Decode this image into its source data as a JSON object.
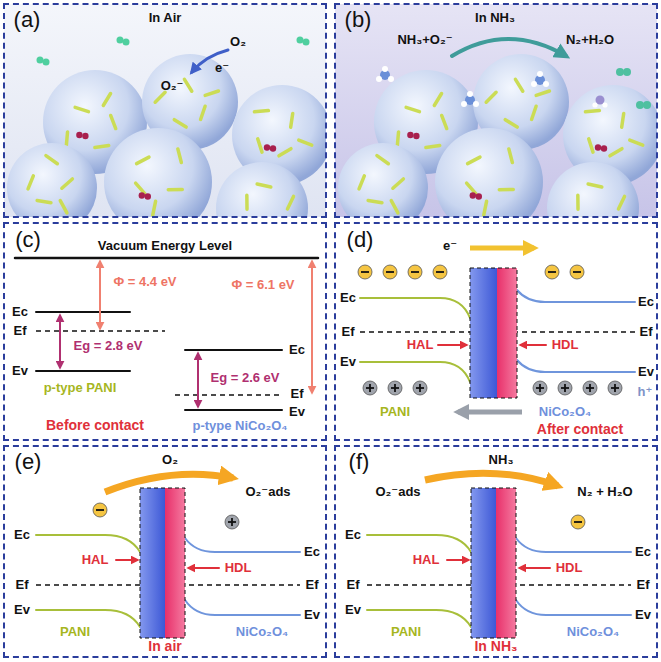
{
  "diagram": {
    "nodes": [
      {
        "text": [
          "(a)",
          "In Air"
        ]
      },
      {
        "text": [
          "(b)",
          "In NH₃"
        ]
      },
      {
        "text": [
          "(c)",
          "Before contact"
        ]
      },
      {
        "text": [
          "(d)",
          "After contact"
        ]
      },
      {
        "text": [
          "(e)",
          "In air"
        ]
      },
      {
        "text": [
          "(f)",
          "In NH₃"
        ]
      }
    ],
    "labels": [
      "O₂",
      "e⁻",
      "O₂⁻",
      "NH₃+O₂⁻",
      "N₂+H₂O",
      "Vacuum Energy Level",
      "Φ = 4.4 eV",
      "Ec",
      "Ef",
      "Eg = 2.8 eV",
      "Ev",
      "p-type PANI",
      "Φ = 6.1 eV",
      "Ec",
      "Eg = 2.6 eV",
      "Ef",
      "Ev",
      "p-type NiCo₂O₄",
      "e⁻",
      "Ec",
      "Ef",
      "HAL",
      "Ev",
      "HDL",
      "Ec",
      "Ef",
      "Ev",
      "h⁺",
      "PANI",
      "NiCo₂O₄",
      "O₂",
      "O₂⁻ads",
      "Ec",
      "HAL",
      "Ef",
      "Ev",
      "HDL",
      "Ec",
      "Ef",
      "Ev",
      "PANI",
      "NiCo₂O₄",
      "NH₃",
      "O₂⁻ads",
      "N₂ + H₂O",
      "Ec",
      "HAL",
      "Ef",
      "Ev",
      "HDL",
      "Ec",
      "Ef",
      "Ev",
      "PANI",
      "NiCo₂O₄"
    ]
  }
}
